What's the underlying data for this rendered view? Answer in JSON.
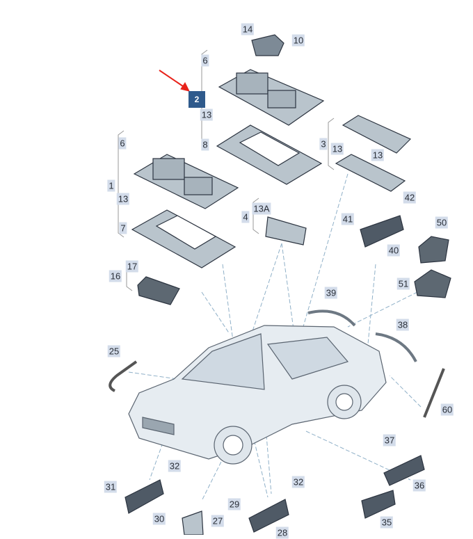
{
  "diagram": {
    "title": "Interior lighting parts diagram",
    "highlighted_callout": "2"
  },
  "callouts": [
    "14",
    "10",
    "6",
    "2",
    "13",
    "8",
    "3",
    "13",
    "13",
    "6",
    "1",
    "13",
    "7",
    "13A",
    "4",
    "42",
    "41",
    "50",
    "40",
    "51",
    "17",
    "16",
    "39",
    "38",
    "25",
    "60",
    "37",
    "32",
    "31",
    "36",
    "32",
    "29",
    "30",
    "27",
    "35",
    "28"
  ],
  "colors": {
    "label_bg": "#d3dcea",
    "highlight_bg": "#2f5a8c",
    "arrow": "#e8221a",
    "part_fill": "#b9c4cc",
    "part_stroke": "#2c3440"
  }
}
